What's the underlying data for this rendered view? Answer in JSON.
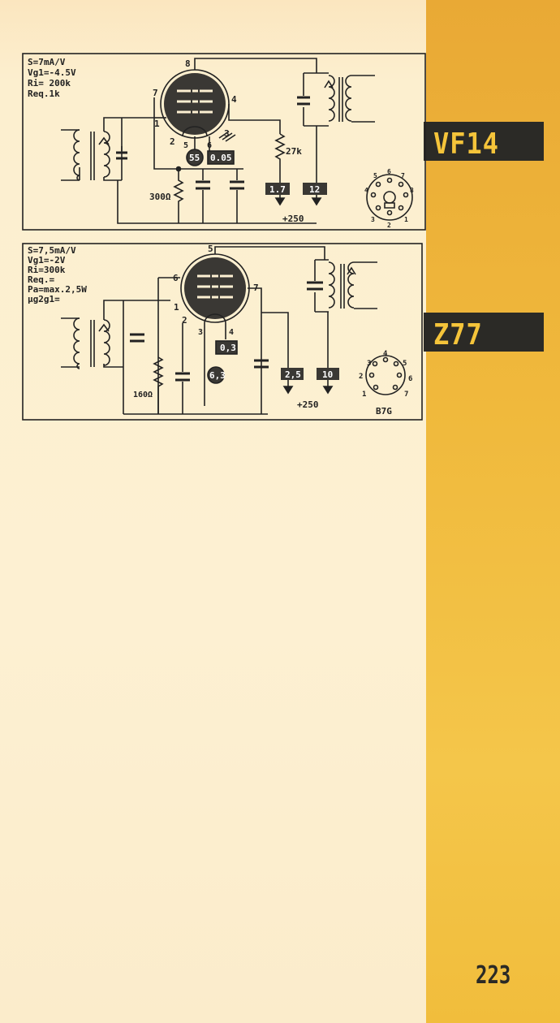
{
  "page_number": "223",
  "colors": {
    "accent": "#f0b93c",
    "tab_bg": "#2b2a26",
    "ink": "#222222",
    "paper": "#fdf0d2"
  },
  "tubes": [
    {
      "name": "VF14",
      "specs": [
        "S=7mA/V",
        "Vg1=-4.5V",
        "Ri= 200k",
        "Req.1k"
      ],
      "pins": [
        "8",
        "7",
        "4",
        "1",
        "2",
        "5",
        "6",
        "3"
      ],
      "heater_values": [
        "55",
        "0.05"
      ],
      "resistors": [
        "27k",
        "300Ω"
      ],
      "boxes": [
        "1.7",
        "12"
      ],
      "supply": "+250",
      "socket_pins": [
        "5",
        "6",
        "7",
        "4",
        "8",
        "3",
        "2",
        "1"
      ]
    },
    {
      "name": "Z77",
      "specs": [
        "S=7,5mA/V",
        "Vg1=-2V",
        "Ri=300k",
        "Req.=",
        "Pa=max.2,5W",
        "μg2g1="
      ],
      "pins": [
        "5",
        "6",
        "7",
        "1",
        "2",
        "3",
        "4"
      ],
      "heater_values": [
        "0,3",
        "6,3"
      ],
      "resistors": [
        "160Ω"
      ],
      "boxes": [
        "2,5",
        "10"
      ],
      "supply": "+250",
      "socket_pins": [
        "4",
        "3",
        "5",
        "2",
        "6",
        "1",
        "7"
      ],
      "socket_label": "B7G"
    }
  ]
}
